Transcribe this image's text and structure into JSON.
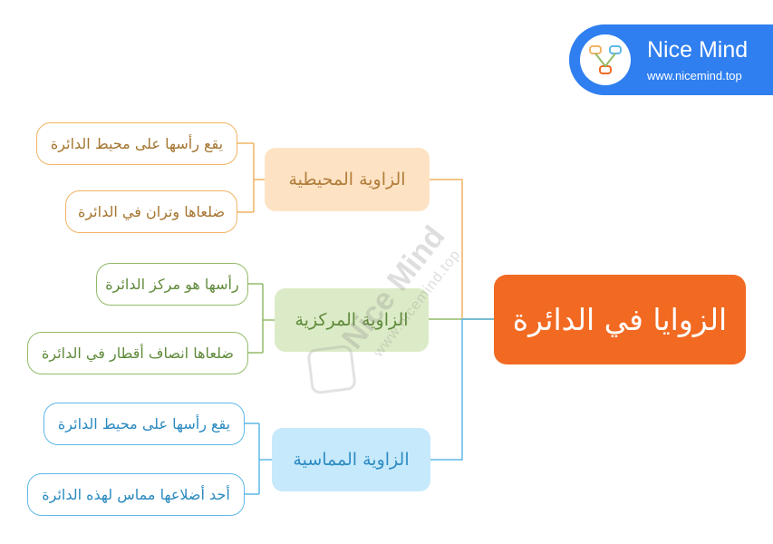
{
  "brand": {
    "name": "Nice Mind",
    "url": "www.nicemind.top",
    "color": "#2f7ff0"
  },
  "watermark": {
    "name": "Nice Mind",
    "url": "www.nicemind.top"
  },
  "mindmap": {
    "central": "الزوايا في الدائرة",
    "branches": [
      {
        "label": "الزاوية المحيطية",
        "color": "#f0b464",
        "leaves": [
          "يقع رأسها على محيط الدائرة",
          "ضلعاها وتران في الدائرة"
        ]
      },
      {
        "label": "الزاوية المركزية",
        "color": "#92bb68",
        "leaves": [
          "رأسها هو مركز الدائرة",
          "ضلعاها انصاف أقطار في الدائرة"
        ]
      },
      {
        "label": "الزاوية المماسية",
        "color": "#5fb8e6",
        "leaves": [
          "يقع رأسها على محيط الدائرة",
          "أحد أضلاعها مماس لهذه الدائرة"
        ]
      }
    ]
  }
}
